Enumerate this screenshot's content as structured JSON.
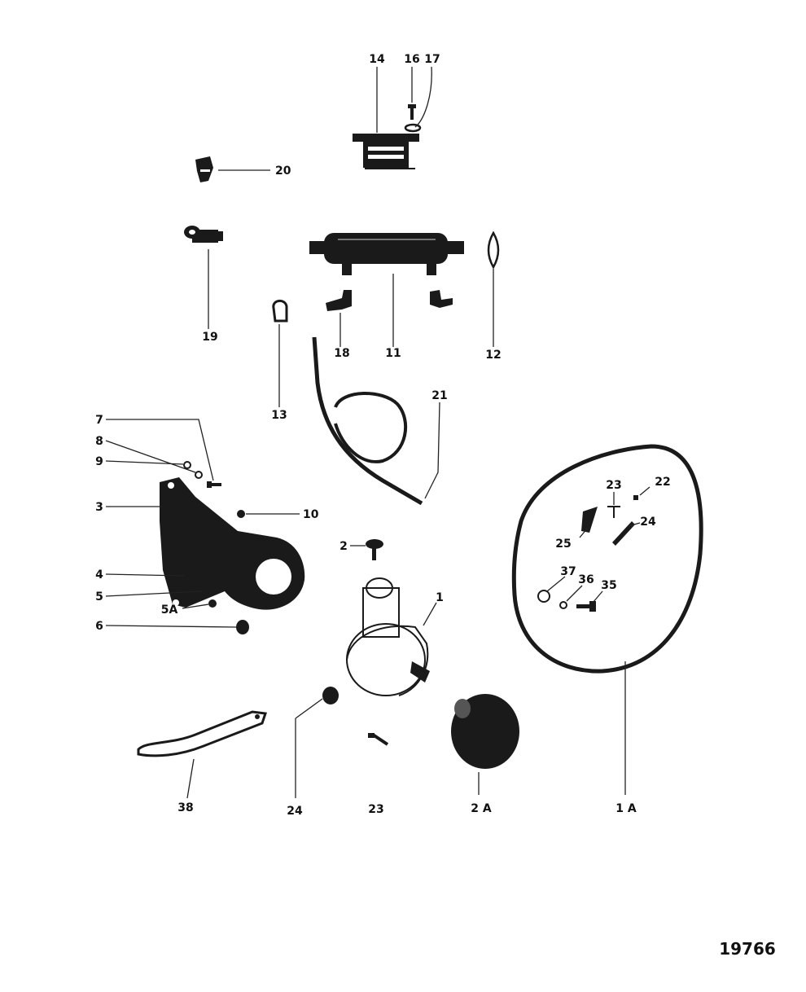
{
  "diagram": {
    "document_number": "19766",
    "callouts": [
      {
        "id": "c14",
        "label": "14"
      },
      {
        "id": "c16",
        "label": "16"
      },
      {
        "id": "c17",
        "label": "17"
      },
      {
        "id": "c20",
        "label": "20"
      },
      {
        "id": "c19",
        "label": "19"
      },
      {
        "id": "c18",
        "label": "18"
      },
      {
        "id": "c11",
        "label": "11"
      },
      {
        "id": "c12",
        "label": "12"
      },
      {
        "id": "c13",
        "label": "13"
      },
      {
        "id": "c21",
        "label": "21"
      },
      {
        "id": "c7",
        "label": "7"
      },
      {
        "id": "c8",
        "label": "8"
      },
      {
        "id": "c9",
        "label": "9"
      },
      {
        "id": "c3",
        "label": "3"
      },
      {
        "id": "c10",
        "label": "10"
      },
      {
        "id": "c2",
        "label": "2"
      },
      {
        "id": "c4",
        "label": "4"
      },
      {
        "id": "c5",
        "label": "5"
      },
      {
        "id": "c5A",
        "label": "5A"
      },
      {
        "id": "c6",
        "label": "6"
      },
      {
        "id": "c1",
        "label": "1"
      },
      {
        "id": "c23a",
        "label": "23"
      },
      {
        "id": "c22",
        "label": "22"
      },
      {
        "id": "c25",
        "label": "25"
      },
      {
        "id": "c24a",
        "label": "24"
      },
      {
        "id": "c37",
        "label": "37"
      },
      {
        "id": "c36",
        "label": "36"
      },
      {
        "id": "c35",
        "label": "35"
      },
      {
        "id": "c38",
        "label": "38"
      },
      {
        "id": "c24b",
        "label": "24"
      },
      {
        "id": "c23b",
        "label": "23"
      },
      {
        "id": "c2A",
        "label": "2 A"
      },
      {
        "id": "c1A",
        "label": "1 A"
      }
    ]
  }
}
